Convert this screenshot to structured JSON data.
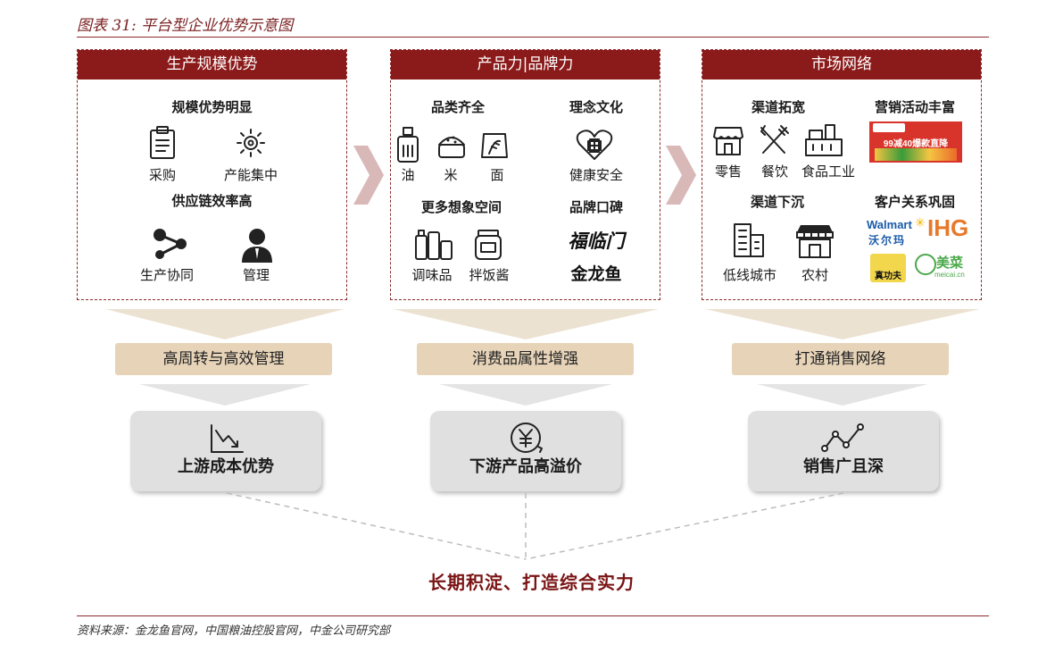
{
  "figure_title": "图表 31: 平台型企业优势示意图",
  "source": "资料来源：金龙鱼官网，中国粮油控股官网，中金公司研究部",
  "panels": [
    {
      "title": "生产规模优势",
      "groups": [
        {
          "heading": "规模优势明显",
          "items": [
            "采购",
            "产能集中"
          ]
        },
        {
          "heading": "供应链效率高",
          "items": [
            "生产协同",
            "管理"
          ]
        }
      ],
      "outcome": "高周转与高效管理",
      "result": "上游成本优势"
    },
    {
      "title": "产品力|品牌力",
      "groups": [
        {
          "heading": "品类齐全",
          "items": [
            "油",
            "米",
            "面"
          ]
        },
        {
          "heading": "理念文化",
          "items": [
            "健康安全"
          ]
        },
        {
          "heading": "更多想象空间",
          "items": [
            "调味品",
            "拌饭酱"
          ]
        },
        {
          "heading": "品牌口碑",
          "logos": [
            "福临门",
            "金龙鱼"
          ]
        }
      ],
      "outcome": "消费品属性增强",
      "result": "下游产品高溢价"
    },
    {
      "title": "市场网络",
      "groups": [
        {
          "heading": "渠道拓宽",
          "items": [
            "零售",
            "餐饮",
            "食品工业"
          ]
        },
        {
          "heading": "营销活动丰富",
          "promo": "99减40爆款直降"
        },
        {
          "heading": "渠道下沉",
          "items": [
            "低线城市",
            "农村"
          ]
        },
        {
          "heading": "客户关系巩固",
          "logos": [
            "Walmart",
            "沃尔玛",
            "IHG",
            "真功夫",
            "美菜",
            "meicai.cn"
          ]
        }
      ],
      "outcome": "打通销售网络",
      "result": "销售广且深"
    }
  ],
  "conclusion": "长期积淀、打造综合实力",
  "colors": {
    "header": "#8b1a1a",
    "accent": "#7a1414",
    "tan": "#e6d3b8",
    "arrow": "#d9b8b8",
    "grey": "#e0e0e0"
  }
}
